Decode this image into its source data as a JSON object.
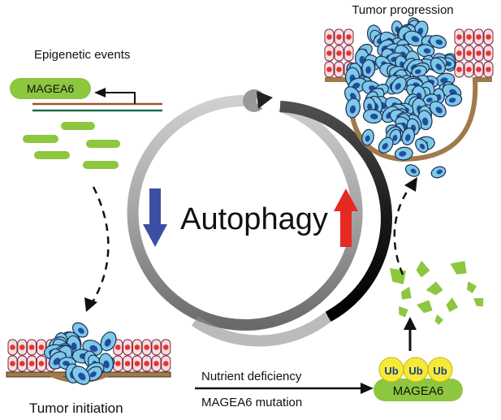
{
  "labels": {
    "epigenetic_events": "Epigenetic events",
    "tumor_progression": "Tumor progression",
    "tumor_initiation": "Tumor initiation",
    "autophagy": "Autophagy",
    "nutrient_deficiency": "Nutrient deficiency",
    "mageas6_mutation": "MAGEA6 mutation"
  },
  "gene_badge": "MAGEA6",
  "protein_badge": "MAGEA6",
  "ubiquitin_tags": [
    "Ub",
    "Ub",
    "Ub"
  ],
  "colors": {
    "down_arrow": "#3d4fa3",
    "up_arrow": "#e62a22",
    "green": "#8dc63f",
    "cell_blue": "#7ec8e8",
    "nucleus_blue": "#1f4e9c",
    "ub_yellow": "#f5ea3b",
    "cell_pink": "#f7dde5",
    "nucleus_red": "#e8342b",
    "membrane_brown": "#a07a4a"
  }
}
